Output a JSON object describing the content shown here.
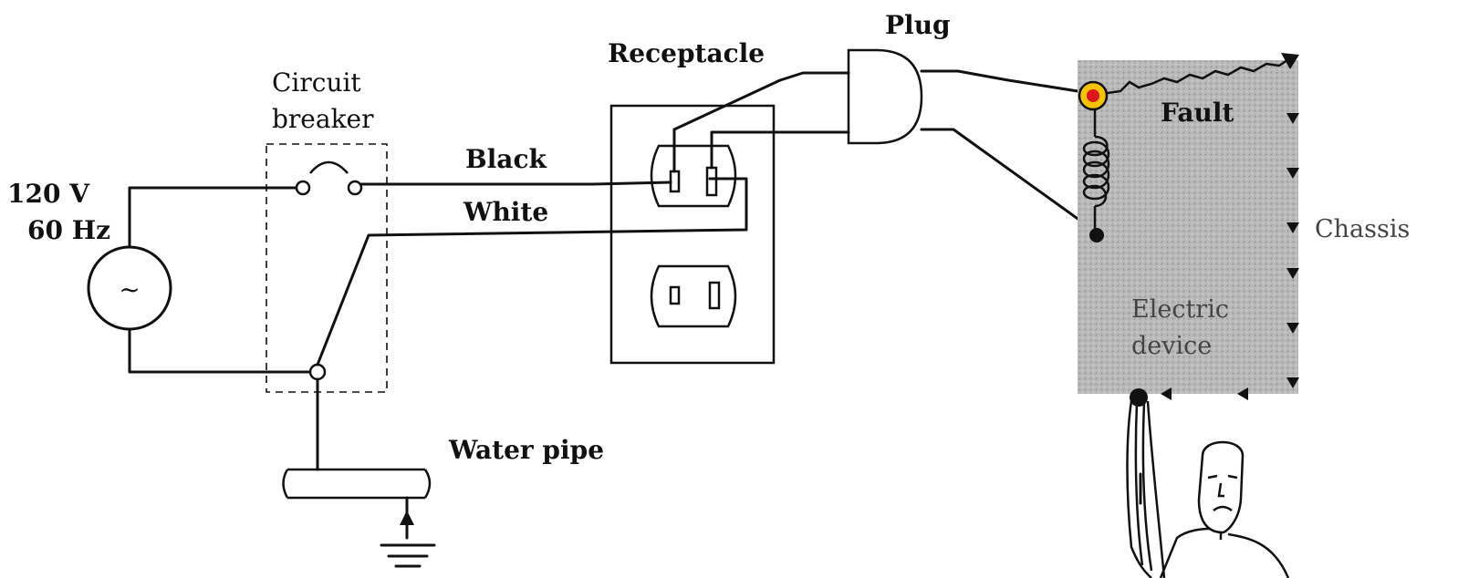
{
  "labels": {
    "source_voltage": "120 V",
    "source_freq": "60 Hz",
    "source_symbol": "~",
    "breaker_line1": "Circuit",
    "breaker_line2": "breaker",
    "black_wire": "Black",
    "white_wire": "White",
    "receptacle": "Receptacle",
    "plug": "Plug",
    "fault": "Fault",
    "chassis": "Chassis",
    "device_line1": "Electric",
    "device_line2": "device",
    "water_pipe": "Water pipe"
  },
  "colors": {
    "ink": "#111111",
    "chassis_fill": "#b9b9b9",
    "fault_marker_outer": "#f5c400",
    "fault_marker_inner": "#e0141e"
  },
  "icons": {
    "source": "ac-source-icon",
    "breaker_switch": "breaker-switch-icon",
    "ground": "ground-symbol-icon",
    "coil": "coil-icon",
    "person": "person-icon",
    "fault_marker": "fault-marker-icon"
  }
}
